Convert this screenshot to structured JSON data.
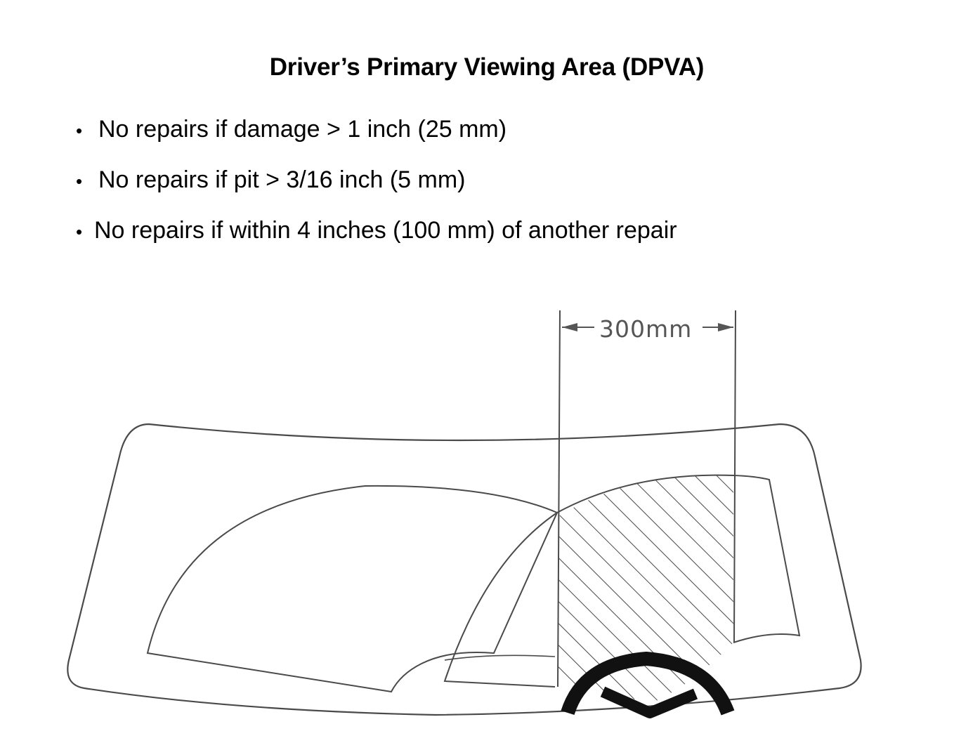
{
  "title": "Driver’s Primary Viewing Area (DPVA)",
  "bullets": [
    {
      "text": "No repairs if damage > 1 inch (25 mm)"
    },
    {
      "text": "No repairs if pit > 3/16 inch (5 mm)"
    },
    {
      "text": "No repairs if within 4 inches (100 mm) of another repair"
    }
  ],
  "bullet_glyph": "•",
  "diagram": {
    "dimension_label": "300mm",
    "line_color": "#4a4a4a",
    "wheel_color": "#111111",
    "hatch_color": "#333333"
  }
}
